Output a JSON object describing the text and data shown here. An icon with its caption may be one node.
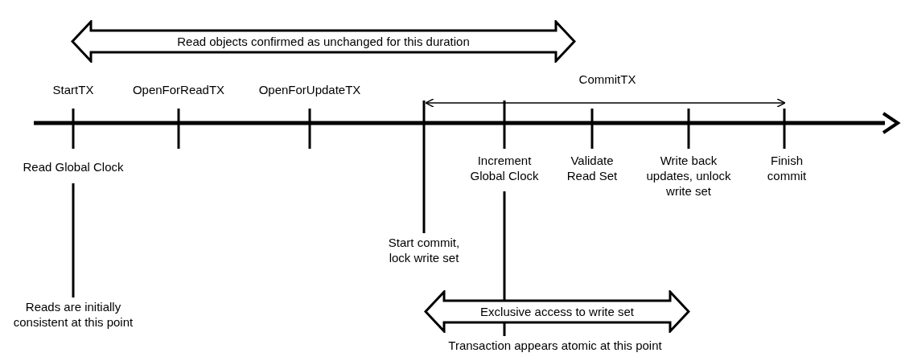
{
  "diagram": {
    "nodes": [
      {
        "text": [
          "Read objects confirmed as unchanged for this duration"
        ]
      },
      {
        "text": [
          "Read Global Clock"
        ]
      },
      {
        "text": [
          "Increment Global Clock"
        ]
      },
      {
        "text": [
          "Reads are initially consistent at this point"
        ]
      },
      {
        "text": [
          "Exclusive access to write set"
        ]
      },
      {
        "text": [
          "Transaction appears atomic at this point"
        ]
      }
    ],
    "edges": [
      {
        "from": 1,
        "to": 3,
        "arrow": "none"
      },
      {
        "from": 2,
        "to": 5,
        "arrow": "none"
      }
    ],
    "labels": [
      "StartTX",
      "OpenForReadTX",
      "OpenForUpdateTX",
      "CommitTX",
      "Validate Read Set",
      "Write back updates, unlock write set",
      "Finish commit",
      "Start commit, lock write set"
    ]
  }
}
